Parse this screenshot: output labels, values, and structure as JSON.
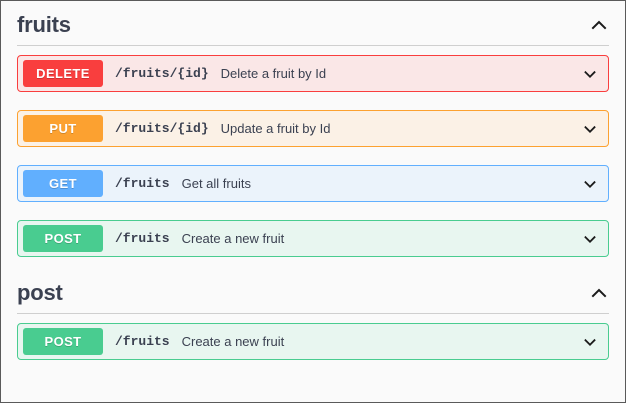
{
  "page": {
    "background_color": "#fafafa",
    "border_color": "#5a5a5a",
    "text_color": "#3b4151"
  },
  "method_colors": {
    "delete": "#f93e3e",
    "put": "#fca130",
    "get": "#61affe",
    "post": "#49cc90"
  },
  "sections": [
    {
      "title": "fruits",
      "collapse_icon": "chevron-up-icon",
      "expanded": true,
      "operations": [
        {
          "method": "DELETE",
          "method_key": "delete",
          "path": "/fruits/{id}",
          "summary": "Delete a fruit by Id",
          "toggle_icon": "chevron-down-icon"
        },
        {
          "method": "PUT",
          "method_key": "put",
          "path": "/fruits/{id}",
          "summary": "Update a fruit by Id",
          "toggle_icon": "chevron-down-icon"
        },
        {
          "method": "GET",
          "method_key": "get",
          "path": "/fruits",
          "summary": "Get all fruits",
          "toggle_icon": "chevron-down-icon"
        },
        {
          "method": "POST",
          "method_key": "post",
          "path": "/fruits",
          "summary": "Create a new fruit",
          "toggle_icon": "chevron-down-icon"
        }
      ]
    },
    {
      "title": "post",
      "collapse_icon": "chevron-up-icon",
      "expanded": true,
      "operations": [
        {
          "method": "POST",
          "method_key": "post",
          "path": "/fruits",
          "summary": "Create a new fruit",
          "toggle_icon": "chevron-down-icon"
        }
      ]
    }
  ]
}
